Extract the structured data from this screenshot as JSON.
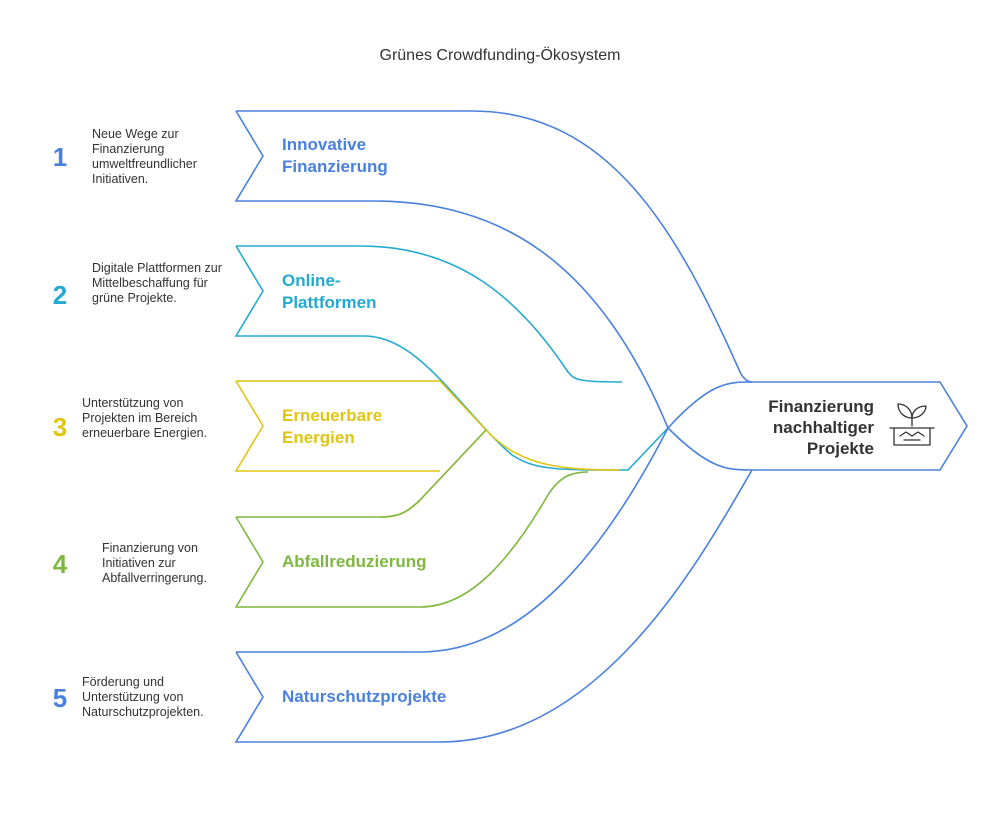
{
  "title": "Grünes Crowdfunding-Ökosystem",
  "steps": [
    {
      "number": "1",
      "label": "Innovative Finanzierung",
      "description": "Neue Wege zur Finanzierung umweltfreundlicher Initiativen.",
      "color": "#4a80de"
    },
    {
      "number": "2",
      "label": "Online-Plattformen",
      "description": "Digitale Plattformen zur Mittelbeschaffung für grüne Projekte.",
      "color": "#24a9d0"
    },
    {
      "number": "3",
      "label": "Erneuerbare Energien",
      "description": "Unterstützung von Projekten im Bereich erneuerbare Energien.",
      "color": "#e0c511"
    },
    {
      "number": "4",
      "label": "Abfallreduzierung",
      "description": "Finanzierung von Initiativen zur Abfallverringerung.",
      "color": "#7eb83e"
    },
    {
      "number": "5",
      "label": "Naturschutzprojekte",
      "description": "Förderung und Unterstützung von Naturschutzprojekten.",
      "color": "#4a80de"
    }
  ],
  "target": {
    "label": "Finanzierung nachhaltiger Projekte",
    "icon": "handshake-plant-icon"
  }
}
